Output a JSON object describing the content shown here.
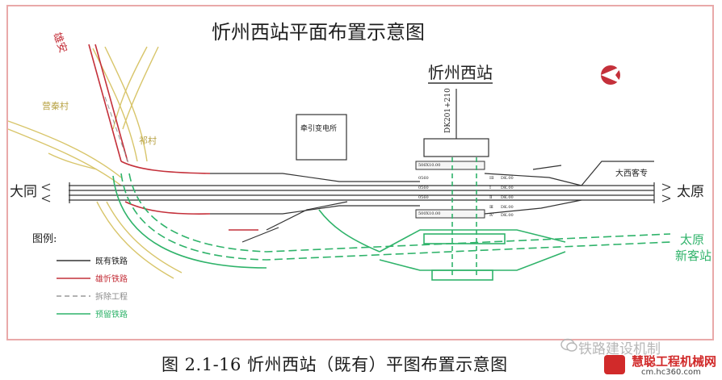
{
  "title": "忻州西站平面布置示意图",
  "station_name": "忻州西站",
  "station_km": "DK201+210",
  "substation": "牵引变电所",
  "places": {
    "xiongan": "雄安",
    "yingqin": "营秦村",
    "qi": "祁村",
    "datong": "大同",
    "taiyuan": "太原",
    "daxi": "大西客专",
    "taiyuan_new": "太原",
    "taiyuan_new2": "新客站"
  },
  "legend": {
    "title": "图例:",
    "items": [
      {
        "label": "既有铁路",
        "color": "#333333",
        "style": "solid"
      },
      {
        "label": "雄忻铁路",
        "color": "#c4303a",
        "style": "solid"
      },
      {
        "label": "拆除工程",
        "color": "#9a9a9a",
        "style": "dashed-x"
      },
      {
        "label": "预留铁路",
        "color": "#2fb36a",
        "style": "solid"
      }
    ]
  },
  "platform_labels": [
    "506X10.00",
    "0560",
    "0560",
    "0560",
    "500X10.00"
  ],
  "track_numbers": [
    "ⅠⅡ",
    "Ⅰ",
    "Ⅱ",
    "Ⅲ",
    "Ⅳ"
  ],
  "track_dims": [
    "DK.00",
    "DK.00",
    "DK.00",
    "DK.00",
    "DK.00"
  ],
  "caption": "图 2.1-16   忻州西站（既有）平图布置示意图",
  "watermark": {
    "account": "铁路建设机制",
    "site": "慧聪工程机械网",
    "url": "cm.hc360.com"
  },
  "colors": {
    "existing": "#333333",
    "xiongxin": "#c4303a",
    "reserved": "#2fb36a",
    "road": "#d8c56a",
    "frame": "#e9a9a9"
  }
}
